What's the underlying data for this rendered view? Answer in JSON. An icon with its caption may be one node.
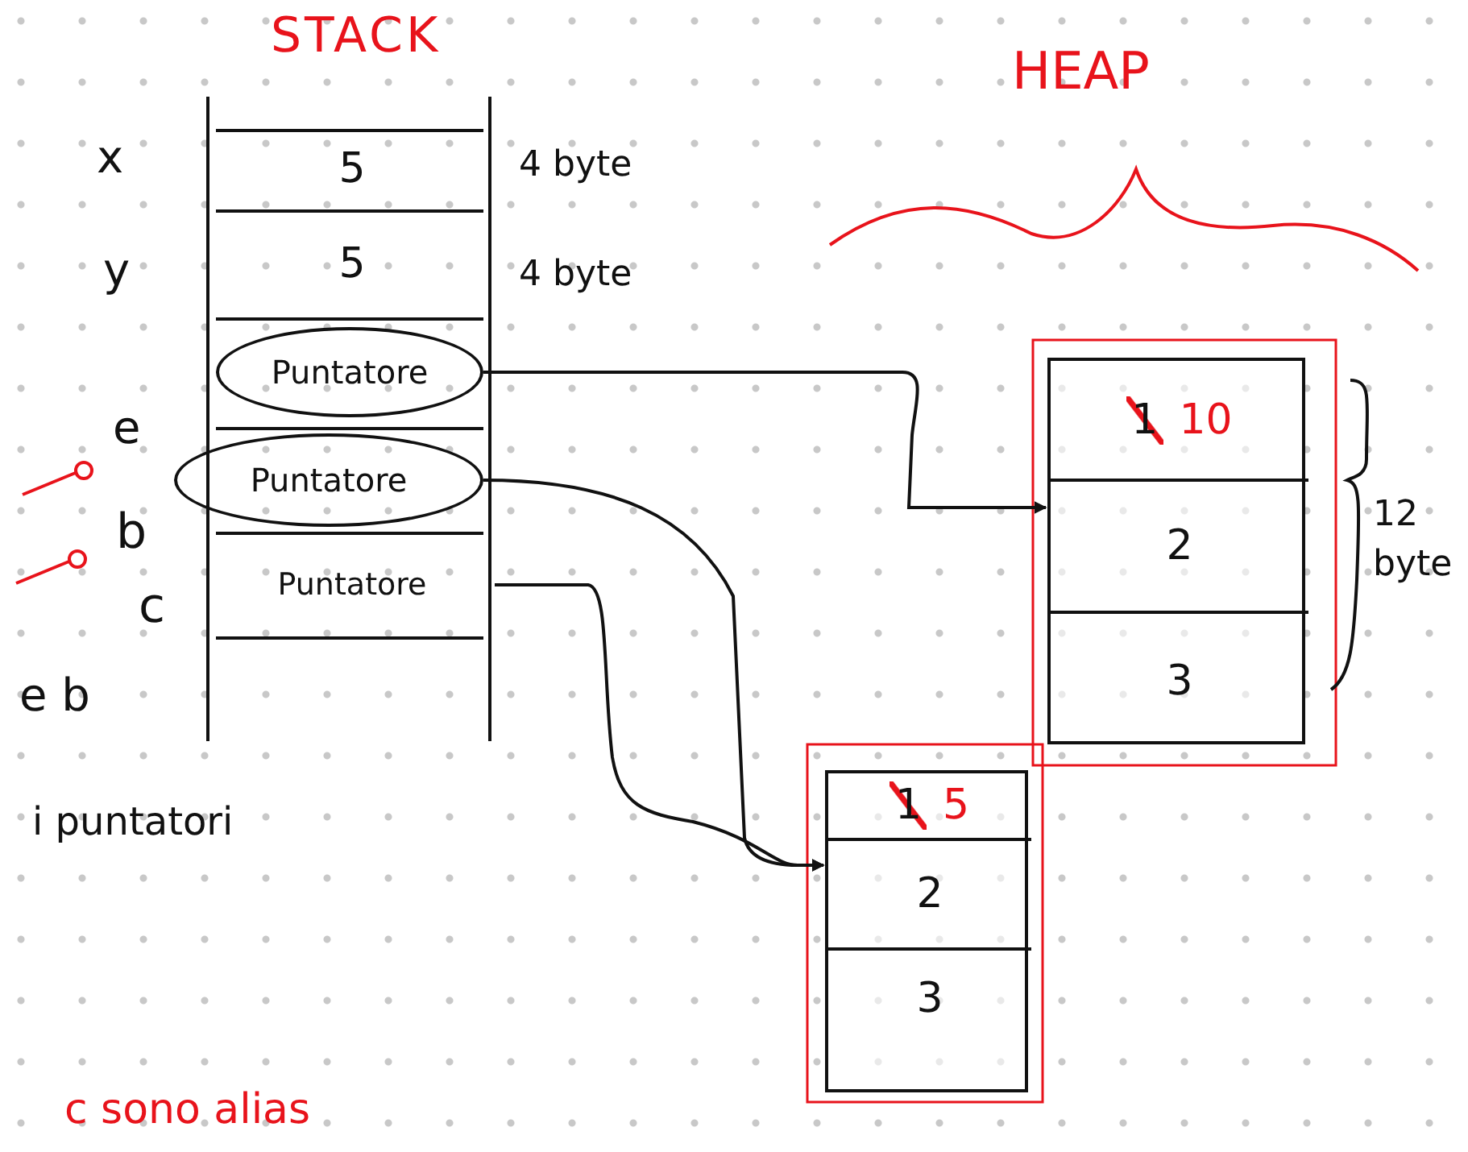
{
  "diagram": {
    "nodes": [
      {
        "text": [
          "STACK"
        ]
      },
      {
        "text": [
          "5"
        ],
        "in": 0
      },
      {
        "text": [
          "5"
        ],
        "in": 0
      },
      {
        "text": [
          "Puntatore"
        ],
        "in": 0
      },
      {
        "text": [
          "Puntatore"
        ],
        "in": 0
      },
      {
        "text": [
          "Puntatore"
        ],
        "in": 0
      },
      {
        "text": [],
        "shape": "box",
        "beside": [
          "12 byte"
        ]
      },
      {
        "text": [
          "1",
          "10"
        ],
        "in": 6
      },
      {
        "text": [
          "2"
        ],
        "in": 6
      },
      {
        "text": [
          "3"
        ],
        "in": 6
      },
      {
        "text": [],
        "shape": "box"
      },
      {
        "text": [
          "1",
          "5"
        ],
        "in": 10
      },
      {
        "text": [
          "2"
        ],
        "in": 10
      },
      {
        "text": [
          "3"
        ],
        "in": 10
      }
    ],
    "edges": [
      {
        "from": 3,
        "to": 6,
        "arrow": "to"
      },
      {
        "from": 4,
        "to": 10,
        "arrow": "to"
      },
      {
        "from": 5,
        "to": 10,
        "arrow": "to"
      }
    ],
    "labels": [
      "HEAP",
      "x",
      "4 byte",
      "y",
      "4 byte",
      "e",
      "b",
      "c",
      "e b",
      "i puntatori",
      "c sono alias"
    ]
  }
}
